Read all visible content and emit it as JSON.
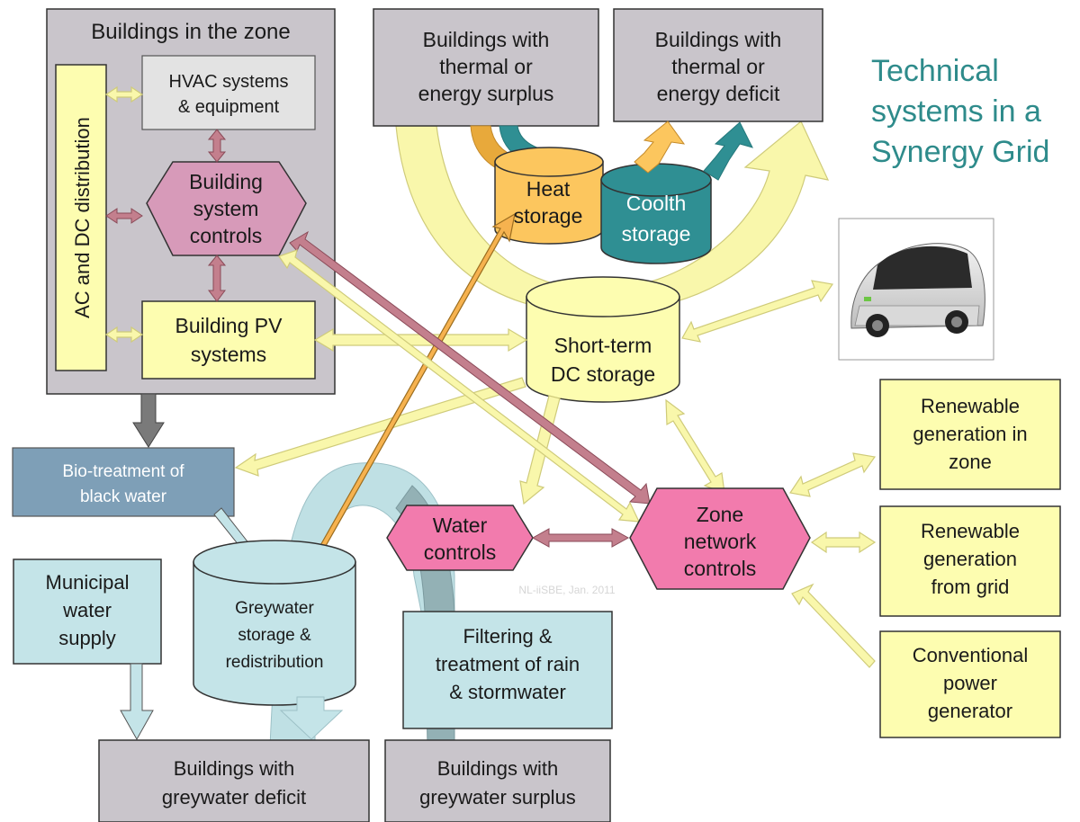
{
  "title": [
    "Technical",
    "systems in a",
    "Synergy Grid"
  ],
  "zone": {
    "title": "Buildings in the zone",
    "ac_dc": "AC and DC distribution",
    "hvac": [
      "HVAC systems",
      "&  equipment"
    ],
    "controls": [
      "Building",
      "system",
      "controls"
    ],
    "pv": [
      "Building PV",
      "systems"
    ]
  },
  "surplus": [
    "Buildings with",
    "thermal or",
    "energy surplus"
  ],
  "deficit": [
    "Buildings with",
    "thermal or",
    "energy deficit"
  ],
  "heat": [
    "Heat",
    "storage"
  ],
  "coolth": [
    "Coolth",
    "storage"
  ],
  "dc_storage": [
    "Short-term",
    "DC storage"
  ],
  "renewable_zone": [
    "Renewable",
    "generation in",
    "zone"
  ],
  "renewable_grid": [
    "Renewable",
    "generation",
    "from grid"
  ],
  "conventional": [
    "Conventional",
    "power",
    "generator"
  ],
  "zone_controls": [
    "Zone",
    "network",
    "controls"
  ],
  "water_controls": [
    "Water",
    "controls"
  ],
  "bio": [
    "Bio-treatment of",
    "black water"
  ],
  "municipal": [
    "Municipal",
    "water",
    "supply"
  ],
  "greywater": [
    "Greywater",
    "storage &",
    "redistribution"
  ],
  "filtering": [
    "Filtering &",
    "treatment of rain",
    "& stormwater"
  ],
  "gw_deficit": [
    "Buildings with",
    "greywater deficit"
  ],
  "gw_surplus": [
    "Buildings with",
    "greywater surplus"
  ],
  "watermark": "NL-iiSBE, Jan. 2011",
  "colors": {
    "title": "#2e8b8b",
    "pink": "#f27bad",
    "mauve": "#d79ab9",
    "yellow": "#fdfdb0",
    "heat": "#fcc65e",
    "coolth": "#2f8f93",
    "cyan": "#c4e4e8",
    "steel": "#7e9fb7",
    "grey": "#c9c5cb"
  },
  "car_icon": "electric-car-icon"
}
